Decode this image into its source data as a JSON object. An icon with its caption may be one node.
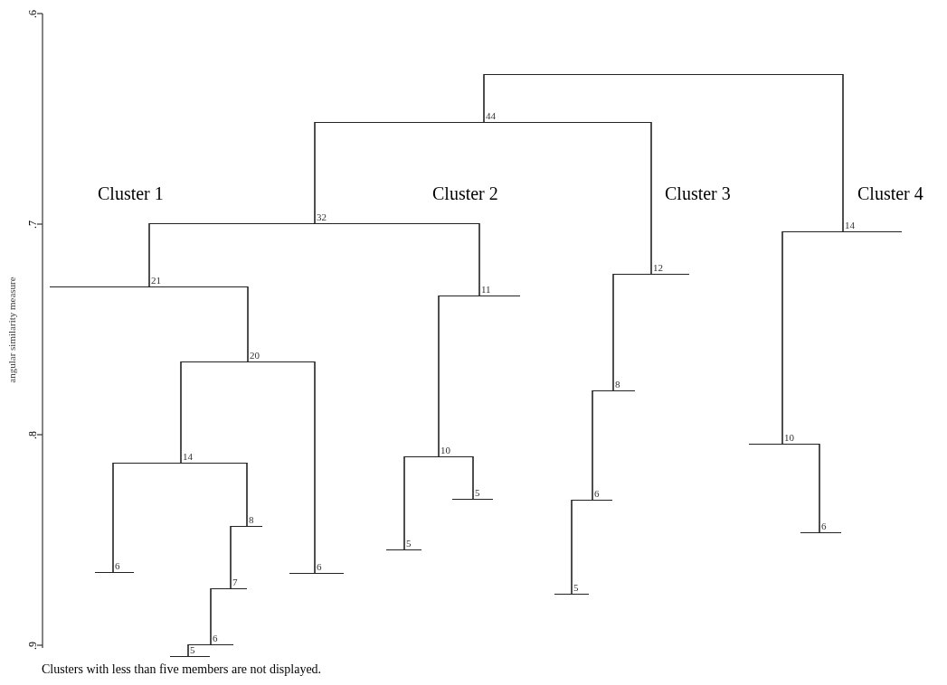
{
  "diagram": {
    "caption": "Clusters with less than five members are not displayed.",
    "nodes": [
      {
        "text": [],
        "shape": "bar"
      },
      {
        "text": [
          "44"
        ]
      },
      {
        "text": [
          "32"
        ]
      },
      {
        "text": [
          "14"
        ]
      },
      {
        "text": [
          "12"
        ]
      },
      {
        "text": [
          "21"
        ]
      },
      {
        "text": [
          "11"
        ]
      },
      {
        "text": [
          "20"
        ]
      },
      {
        "text": [
          "8"
        ]
      },
      {
        "text": [
          "10"
        ]
      },
      {
        "text": [
          "10"
        ]
      },
      {
        "text": [
          "14"
        ]
      },
      {
        "text": [
          "6"
        ]
      },
      {
        "text": [
          "5"
        ]
      },
      {
        "text": [
          "8"
        ]
      },
      {
        "text": [
          "6"
        ]
      },
      {
        "text": [
          "5"
        ]
      },
      {
        "text": [
          "6"
        ]
      },
      {
        "text": [
          "6"
        ]
      },
      {
        "text": [
          "7"
        ]
      },
      {
        "text": [
          "5"
        ]
      },
      {
        "text": [
          "6"
        ]
      },
      {
        "text": [
          "5"
        ]
      }
    ],
    "edges": [
      {
        "from": 0,
        "to": 1,
        "arrow": "none"
      },
      {
        "from": 0,
        "to": 3,
        "arrow": "none"
      },
      {
        "from": 1,
        "to": 2,
        "arrow": "none"
      },
      {
        "from": 1,
        "to": 4,
        "arrow": "none"
      },
      {
        "from": 2,
        "to": 5,
        "arrow": "none"
      },
      {
        "from": 2,
        "to": 6,
        "arrow": "none"
      },
      {
        "from": 5,
        "to": 7,
        "arrow": "none"
      },
      {
        "from": 7,
        "to": 11,
        "arrow": "none"
      },
      {
        "from": 7,
        "to": 18,
        "arrow": "none"
      },
      {
        "from": 11,
        "to": 17,
        "arrow": "none"
      },
      {
        "from": 11,
        "to": 14,
        "arrow": "none"
      },
      {
        "from": 14,
        "to": 19,
        "arrow": "none"
      },
      {
        "from": 19,
        "to": 21,
        "arrow": "none"
      },
      {
        "from": 21,
        "to": 22,
        "arrow": "none"
      },
      {
        "from": 6,
        "to": 10,
        "arrow": "none"
      },
      {
        "from": 10,
        "to": 16,
        "arrow": "none"
      },
      {
        "from": 10,
        "to": 13,
        "arrow": "none"
      },
      {
        "from": 4,
        "to": 8,
        "arrow": "none"
      },
      {
        "from": 8,
        "to": 12,
        "arrow": "none"
      },
      {
        "from": 12,
        "to": 20,
        "arrow": "none"
      },
      {
        "from": 3,
        "to": 9,
        "arrow": "none"
      },
      {
        "from": 9,
        "to": 15,
        "arrow": "none"
      }
    ],
    "labels": [
      "angular similarity measure",
      ".6",
      ".7",
      ".8",
      ".9",
      "Cluster 1",
      "Cluster 2",
      "Cluster 3",
      "Cluster 4"
    ]
  }
}
